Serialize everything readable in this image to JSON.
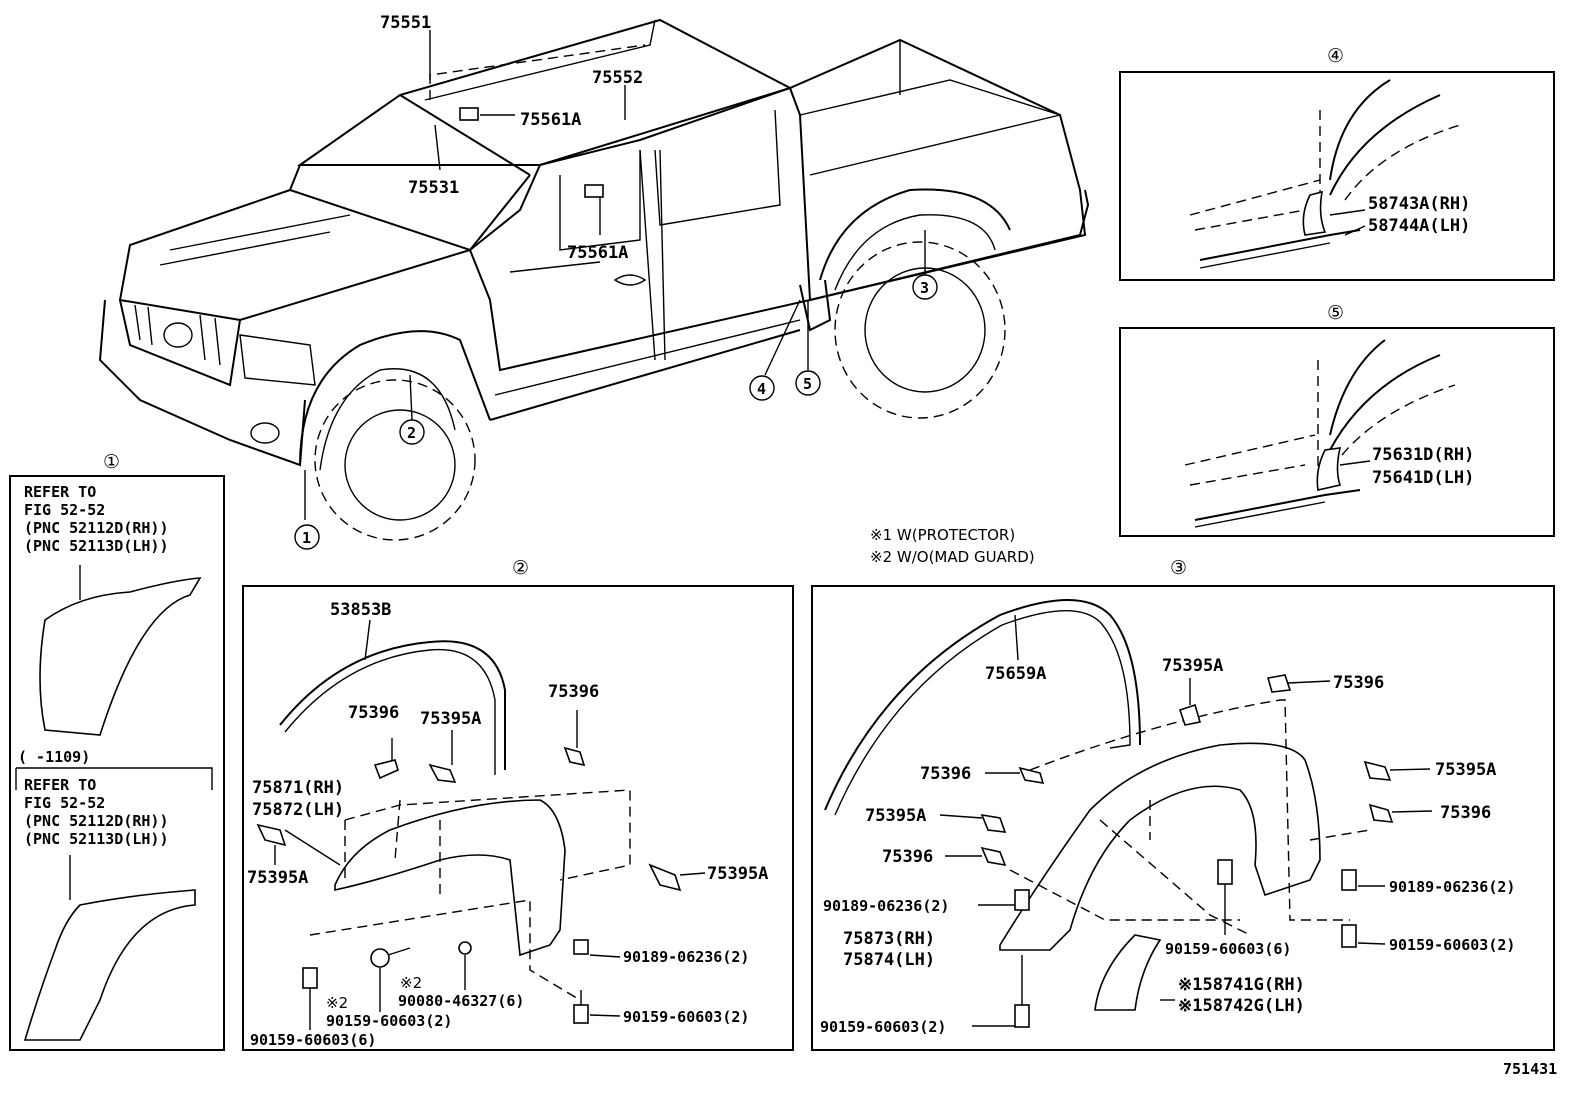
{
  "truck": {
    "labels": {
      "molding_roof_rh": "75551",
      "molding_roof_lh": "75552",
      "clip_upper": "75561A",
      "windshield_molding": "75531",
      "clip_lower": "75561A"
    }
  },
  "callouts": {
    "c1": "①",
    "c2": "②",
    "c3": "③",
    "c4": "④",
    "c5": "⑤"
  },
  "notes": {
    "n1": "※1 W(PROTECTOR)",
    "n2": "※2 W/O(MAD GUARD)"
  },
  "panel1": {
    "title": "①",
    "refer1": [
      "REFER TO",
      "FIG 52-52",
      "(PNC 52112D(RH))",
      "(PNC 52113D(LH))"
    ],
    "period": "(    -1109)",
    "refer2": [
      "REFER TO",
      "FIG 52-52",
      "(PNC 52112D(RH))",
      "(PNC 52113D(LH))"
    ]
  },
  "panel2": {
    "title": "②",
    "labels": {
      "weatherstrip": "53853B",
      "clip_a": "75396",
      "clip_b": "75395A",
      "clip_c": "75396",
      "flare_rh": "75871(RH)",
      "flare_lh": "75872(LH)",
      "clip_left": "75395A",
      "clip_right": "75395A",
      "nut": "90189-06236(2)",
      "mark_2a": "※2",
      "mark_2b": "※2",
      "screw": "90080-46327(6)",
      "bolt_a": "90159-60603(2)",
      "bolt_b": "90159-60603(2)",
      "bolt_c": "90159-60603(6)"
    }
  },
  "panel3": {
    "title": "③",
    "labels": {
      "weatherstrip": "75659A",
      "clip_top": "75395A",
      "clip_top_r": "75396",
      "clip_l1": "75396",
      "clip_l2": "75395A",
      "clip_l3": "75396",
      "clip_r1": "75395A",
      "clip_r2": "75396",
      "nut_l": "90189-06236(2)",
      "nut_r": "90189-06236(2)",
      "flare_rh": "75873(RH)",
      "flare_lh": "75874(LH)",
      "bolt_mid": "90159-60603(6)",
      "bolt_r": "90159-60603(2)",
      "protector_rh": "※158741G(RH)",
      "protector_lh": "※158742G(LH)",
      "bolt_bottom": "90159-60603(2)"
    }
  },
  "panel4": {
    "title": "④",
    "label_rh": "58743A(RH)",
    "label_lh": "58744A(LH)"
  },
  "panel5": {
    "title": "⑤",
    "label_rh": "75631D(RH)",
    "label_lh": "75641D(LH)"
  },
  "figure_number": "751431"
}
